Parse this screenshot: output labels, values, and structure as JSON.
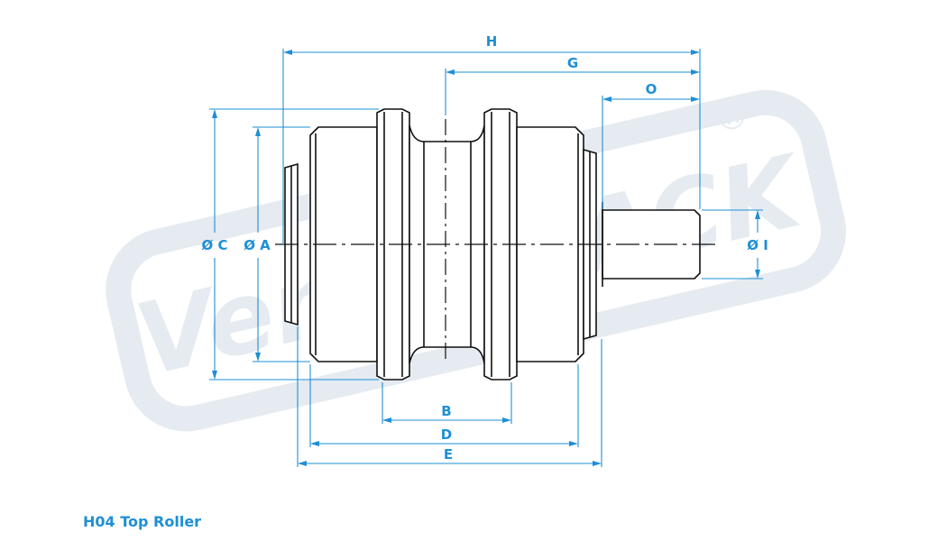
{
  "watermark": {
    "brand": "VemaTRACK",
    "registered": "®"
  },
  "dimensions": {
    "H": "H",
    "G": "G",
    "O": "O",
    "B": "B",
    "D": "D",
    "E": "E",
    "C": "Ø C",
    "A": "Ø A",
    "I": "Ø I"
  },
  "caption": "H04 Top Roller",
  "colors": {
    "dimension": "#1e8fd6",
    "outline": "#111111",
    "watermark": "#e5ebf1",
    "caption": "#1e8fd6"
  }
}
